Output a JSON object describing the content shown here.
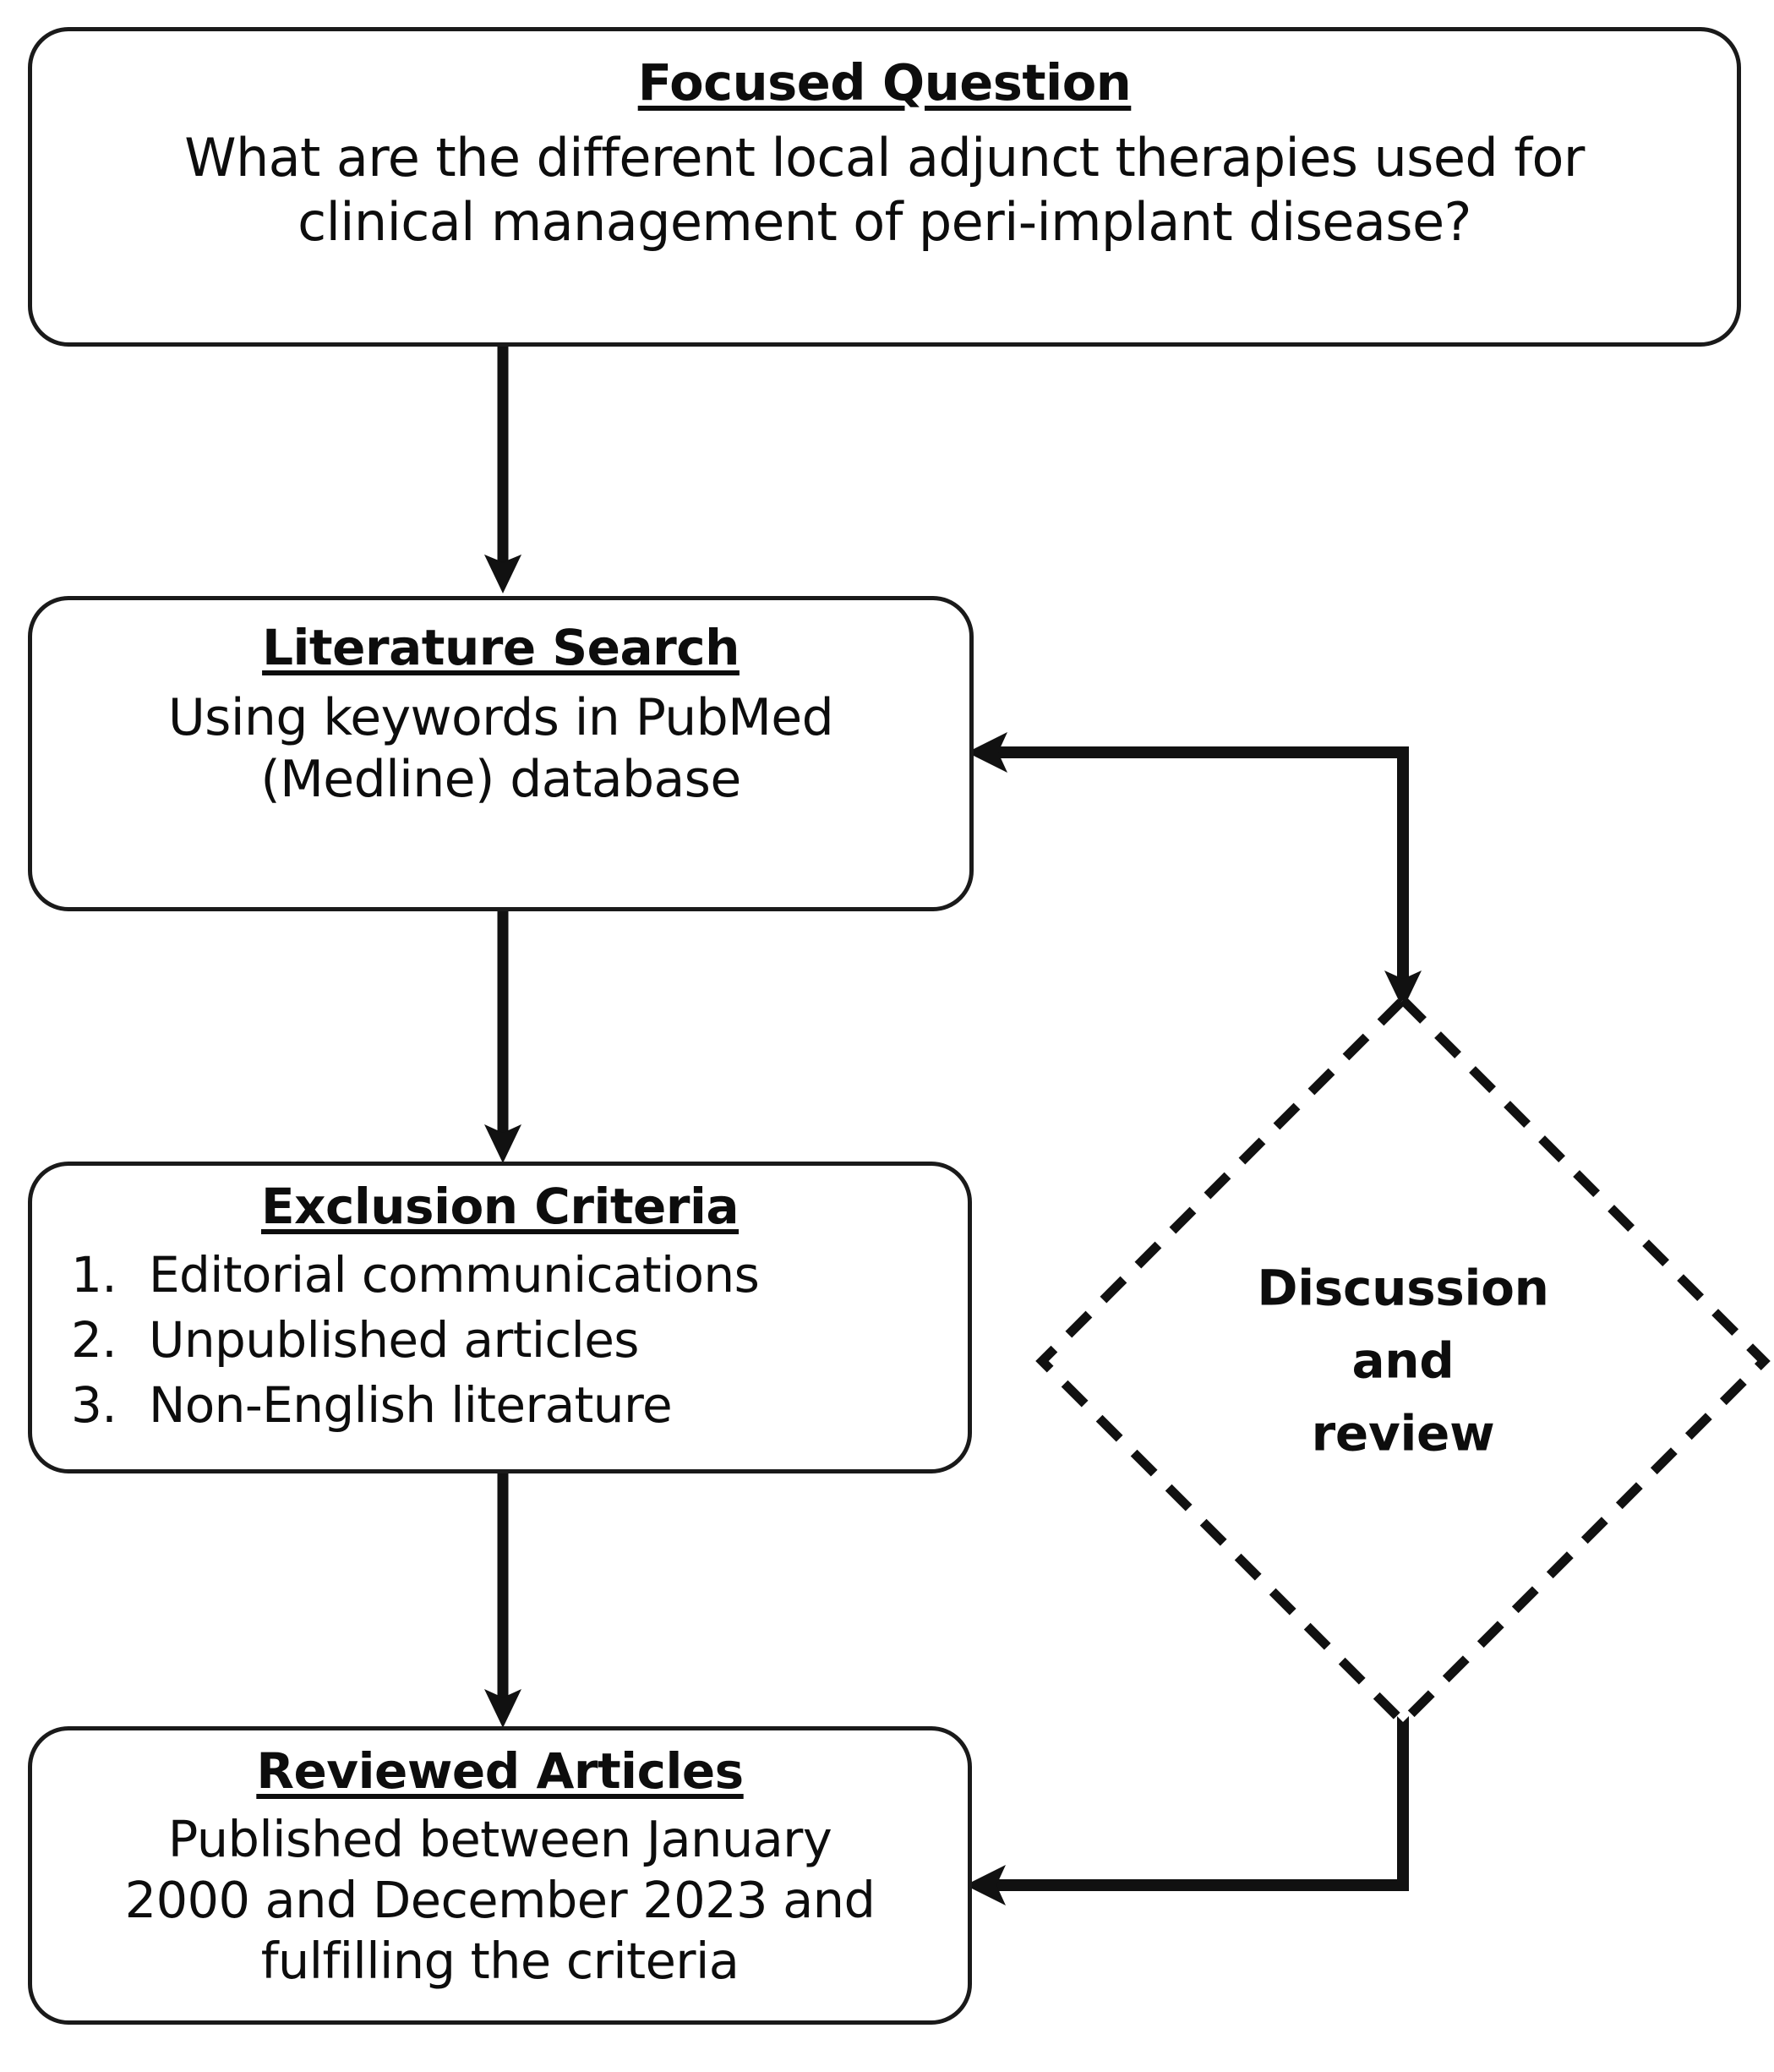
{
  "diagram": {
    "title": "Literature review methodology flowchart",
    "colors": {
      "stroke": "#1a1a1a",
      "text": "#0d0d0d",
      "background": "#ffffff"
    },
    "nodes": {
      "focused_question": {
        "title": "Focused Question",
        "body_line_1": "What are the different local adjunct therapies used for",
        "body_line_2": "clinical management of peri-implant disease?",
        "shape": "rounded-rectangle"
      },
      "literature_search": {
        "title": "Literature Search",
        "body_line_1": "Using keywords in PubMed",
        "body_line_2": "(Medline) database",
        "shape": "rounded-rectangle"
      },
      "exclusion_criteria": {
        "title": "Exclusion Criteria",
        "shape": "rounded-rectangle",
        "items": [
          {
            "number": "1.",
            "text": "Editorial communications"
          },
          {
            "number": "2.",
            "text": "Unpublished articles"
          },
          {
            "number": "3.",
            "text": "Non-English literature"
          }
        ]
      },
      "reviewed_articles": {
        "title": "Reviewed Articles",
        "body_line_1": "Published between January",
        "body_line_2": "2000 and December 2023 and",
        "body_line_3": "fulfilling the criteria",
        "shape": "rounded-rectangle"
      },
      "discussion_review": {
        "label_line_1": "Discussion",
        "label_line_2": "and",
        "label_line_3": "review",
        "shape": "dashed-diamond"
      }
    },
    "connectors": [
      {
        "name": "focused-question-to-literature-search",
        "from": "focused_question",
        "to": "literature_search",
        "style": "solid",
        "arrowheads": "end"
      },
      {
        "name": "literature-search-to-exclusion-criteria",
        "from": "literature_search",
        "to": "exclusion_criteria",
        "style": "solid",
        "arrowheads": "end"
      },
      {
        "name": "exclusion-criteria-to-reviewed-articles",
        "from": "exclusion_criteria",
        "to": "reviewed_articles",
        "style": "solid",
        "arrowheads": "end"
      },
      {
        "name": "discussion-review-to-literature-search",
        "from": "discussion_review",
        "to": "literature_search",
        "style": "solid",
        "arrowheads": "both"
      },
      {
        "name": "reviewed-articles-to-discussion-review",
        "from": "reviewed_articles",
        "to": "discussion_review",
        "style": "solid",
        "arrowheads": "both"
      }
    ]
  }
}
